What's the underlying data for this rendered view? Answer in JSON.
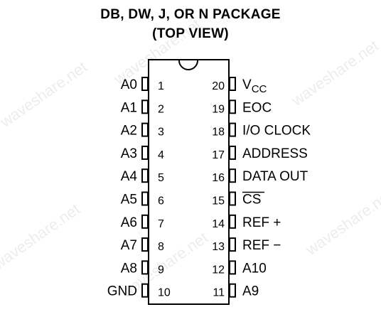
{
  "header": {
    "title_line1": "DB, DW, J, OR N PACKAGE",
    "title_line2": "(TOP VIEW)"
  },
  "watermark": "waveshare.net",
  "pins_left": [
    {
      "num": "1",
      "name": "A0"
    },
    {
      "num": "2",
      "name": "A1"
    },
    {
      "num": "3",
      "name": "A2"
    },
    {
      "num": "4",
      "name": "A3"
    },
    {
      "num": "5",
      "name": "A4"
    },
    {
      "num": "6",
      "name": "A5"
    },
    {
      "num": "7",
      "name": "A6"
    },
    {
      "num": "8",
      "name": "A7"
    },
    {
      "num": "9",
      "name": "A8"
    },
    {
      "num": "10",
      "name": "GND"
    }
  ],
  "pins_right": [
    {
      "num": "20",
      "name": "V",
      "sub": "CC"
    },
    {
      "num": "19",
      "name": "EOC"
    },
    {
      "num": "18",
      "name": "I/O CLOCK"
    },
    {
      "num": "17",
      "name": "ADDRESS"
    },
    {
      "num": "16",
      "name": "DATA OUT"
    },
    {
      "num": "15",
      "name": "CS",
      "overline": true
    },
    {
      "num": "14",
      "name": "REF +"
    },
    {
      "num": "13",
      "name": "REF −"
    },
    {
      "num": "12",
      "name": "A10"
    },
    {
      "num": "11",
      "name": "A9"
    }
  ],
  "colors": {
    "ink": "#000000",
    "background": "#ffffff"
  }
}
